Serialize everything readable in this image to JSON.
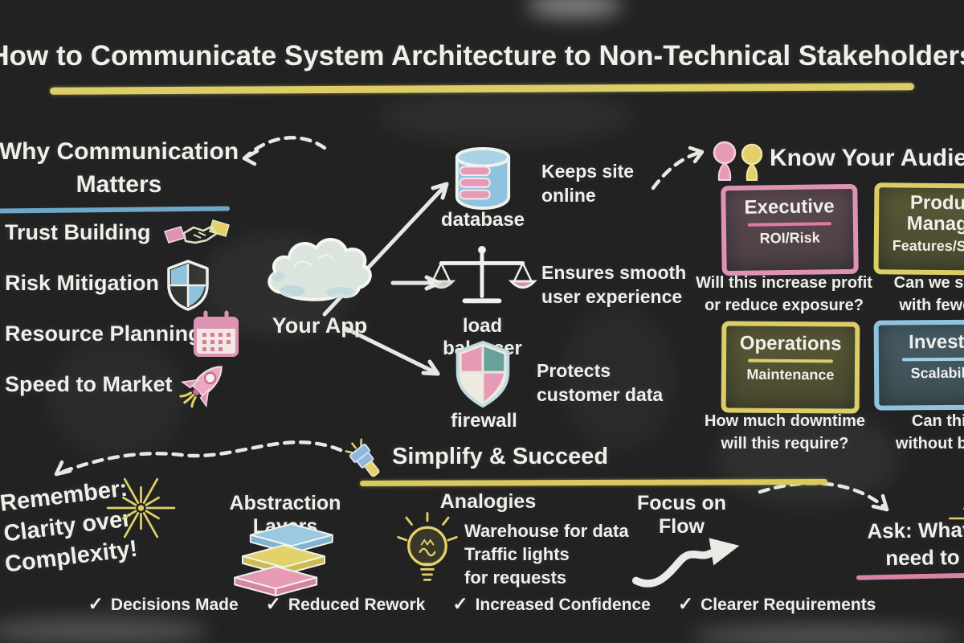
{
  "title": "How to Communicate System Architecture to Non-Technical Stakeholders",
  "why": {
    "heading": "Why Communication\nMatters",
    "items": [
      {
        "label": "Trust Building",
        "icon": "handshake-icon"
      },
      {
        "label": "Risk Mitigation",
        "icon": "shield-icon"
      },
      {
        "label": "Resource Planning",
        "icon": "calendar-icon"
      },
      {
        "label": "Speed to Market",
        "icon": "rocket-icon"
      }
    ]
  },
  "app": {
    "label": "Your App",
    "components": [
      {
        "name": "database",
        "benefit": "Keeps site\nonline",
        "icon": "database-icon"
      },
      {
        "name": "load balancer",
        "benefit": "Ensures smooth\nuser experience",
        "icon": "scales-icon"
      },
      {
        "name": "firewall",
        "benefit": "Protects\ncustomer data",
        "icon": "firewall-shield-icon"
      }
    ]
  },
  "audience": {
    "heading": "Know Your Audience",
    "cards": [
      {
        "role": "Executive",
        "focus": "ROI/Risk",
        "question": "Will this increase profit\nor reduce exposure?",
        "color": "#df93b4"
      },
      {
        "role": "Product\nManager",
        "focus": "Features/Speed",
        "question": "Can we ship faster\nwith fewer bugs?",
        "color": "#ddcd66"
      },
      {
        "role": "Operations",
        "focus": "Maintenance",
        "question": "How much downtime\nwill this require?",
        "color": "#ddcd66"
      },
      {
        "role": "Investor",
        "focus": "Scalability",
        "question": "Can this grow\nwithout breaking?",
        "color": "#8fc3dd"
      }
    ]
  },
  "simplify": {
    "heading": "Simplify & Succeed",
    "techniques": [
      {
        "label": "Abstraction Layers",
        "icon": "layers-icon"
      },
      {
        "label": "Analogies",
        "icon": "lightbulb-icon",
        "examples": "Warehouse for data\nTraffic lights\nfor requests"
      },
      {
        "label": "Focus on Flow",
        "icon": "flow-arrow-icon"
      }
    ]
  },
  "notes": {
    "remember": "Remember:\nClarity over\nComplexity!",
    "ask": "Ask: What do they\nneed to know?"
  },
  "benefits": {
    "check_glyph": "✓",
    "items": [
      "Decisions Made",
      "Reduced Rework",
      "Increased Confidence",
      "Clearer Requirements"
    ]
  },
  "colors": {
    "board_green": "#315747",
    "chalk_white": "#eef1ea",
    "chalk_yellow": "#ddcd66",
    "chalk_pink": "#df93b4",
    "chalk_blue": "#8fc3dd"
  }
}
